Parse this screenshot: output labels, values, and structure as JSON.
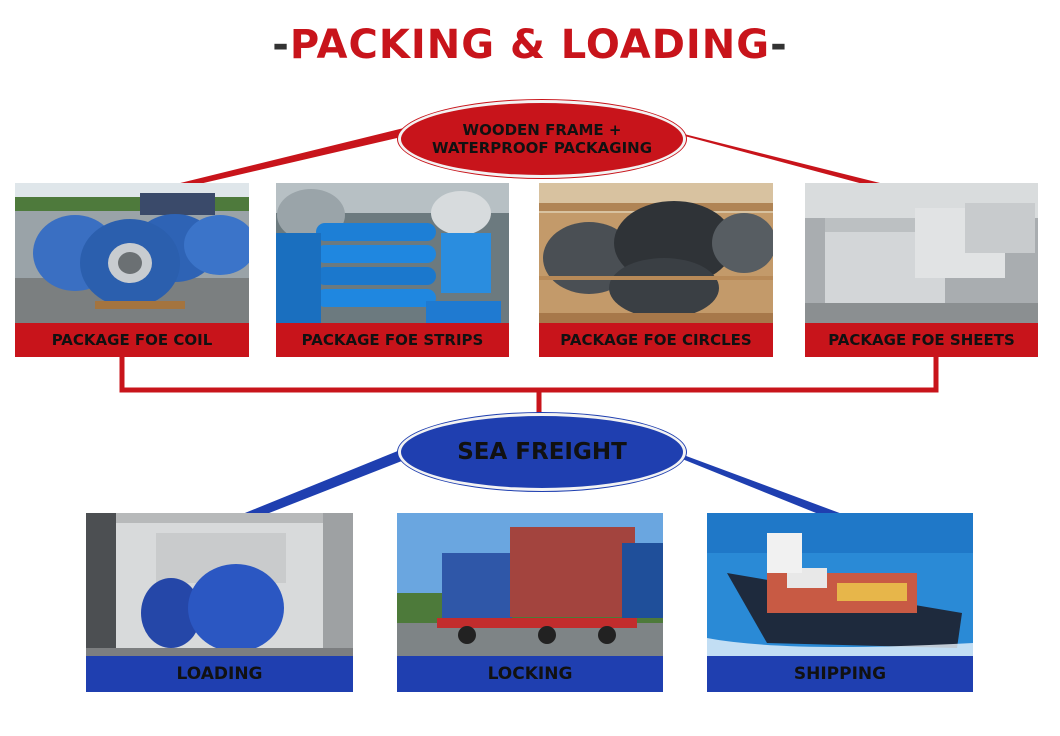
{
  "header": {
    "dash_left": "-",
    "title": "PACKING & LOADING",
    "dash_right": "-"
  },
  "packaging_oval": {
    "line1": "WOODEN FRAME +",
    "line2": "WATERPROOF PACKAGING"
  },
  "packages": [
    {
      "label": "PACKAGE FOE COIL"
    },
    {
      "label": "PACKAGE FOE STRIPS"
    },
    {
      "label": "PACKAGE FOE CIRCLES"
    },
    {
      "label": "PACKAGE FOE SHEETS"
    }
  ],
  "freight_oval": {
    "label": "SEA FREIGHT"
  },
  "steps": [
    {
      "label": "LOADING"
    },
    {
      "label": "LOCKING"
    },
    {
      "label": "SHIPPING"
    }
  ],
  "colors": {
    "accent_red": "#c8141b",
    "accent_blue": "#1f3fb0"
  }
}
